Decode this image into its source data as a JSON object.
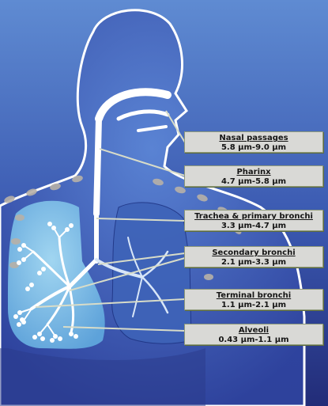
{
  "colors": {
    "background_top": "#5d88d0",
    "background_bottom": "#26337f",
    "airway": "#ffffff",
    "lung": "#7ec0e6",
    "cartilage": "#b7b1a8",
    "leader_line": "#d8dcc8",
    "label_fill": "#d9d9d6",
    "label_border": "#8f9a7a"
  },
  "regions": [
    {
      "name": "Nasal passages",
      "range": "5.8 µm-9.0 µm"
    },
    {
      "name": "Pharinx",
      "range": "4.7 µm-5.8 µm"
    },
    {
      "name": "Trachea & primary bronchi",
      "range": "3.3 µm-4.7 µm"
    },
    {
      "name": "Secondary bronchi",
      "range": "2.1 µm-3.3 µm"
    },
    {
      "name": "Terminal bronchi",
      "range": "1.1 µm-2.1 µm"
    },
    {
      "name": "Alveoli",
      "range": "0.43 µm-1.1 µm"
    }
  ]
}
